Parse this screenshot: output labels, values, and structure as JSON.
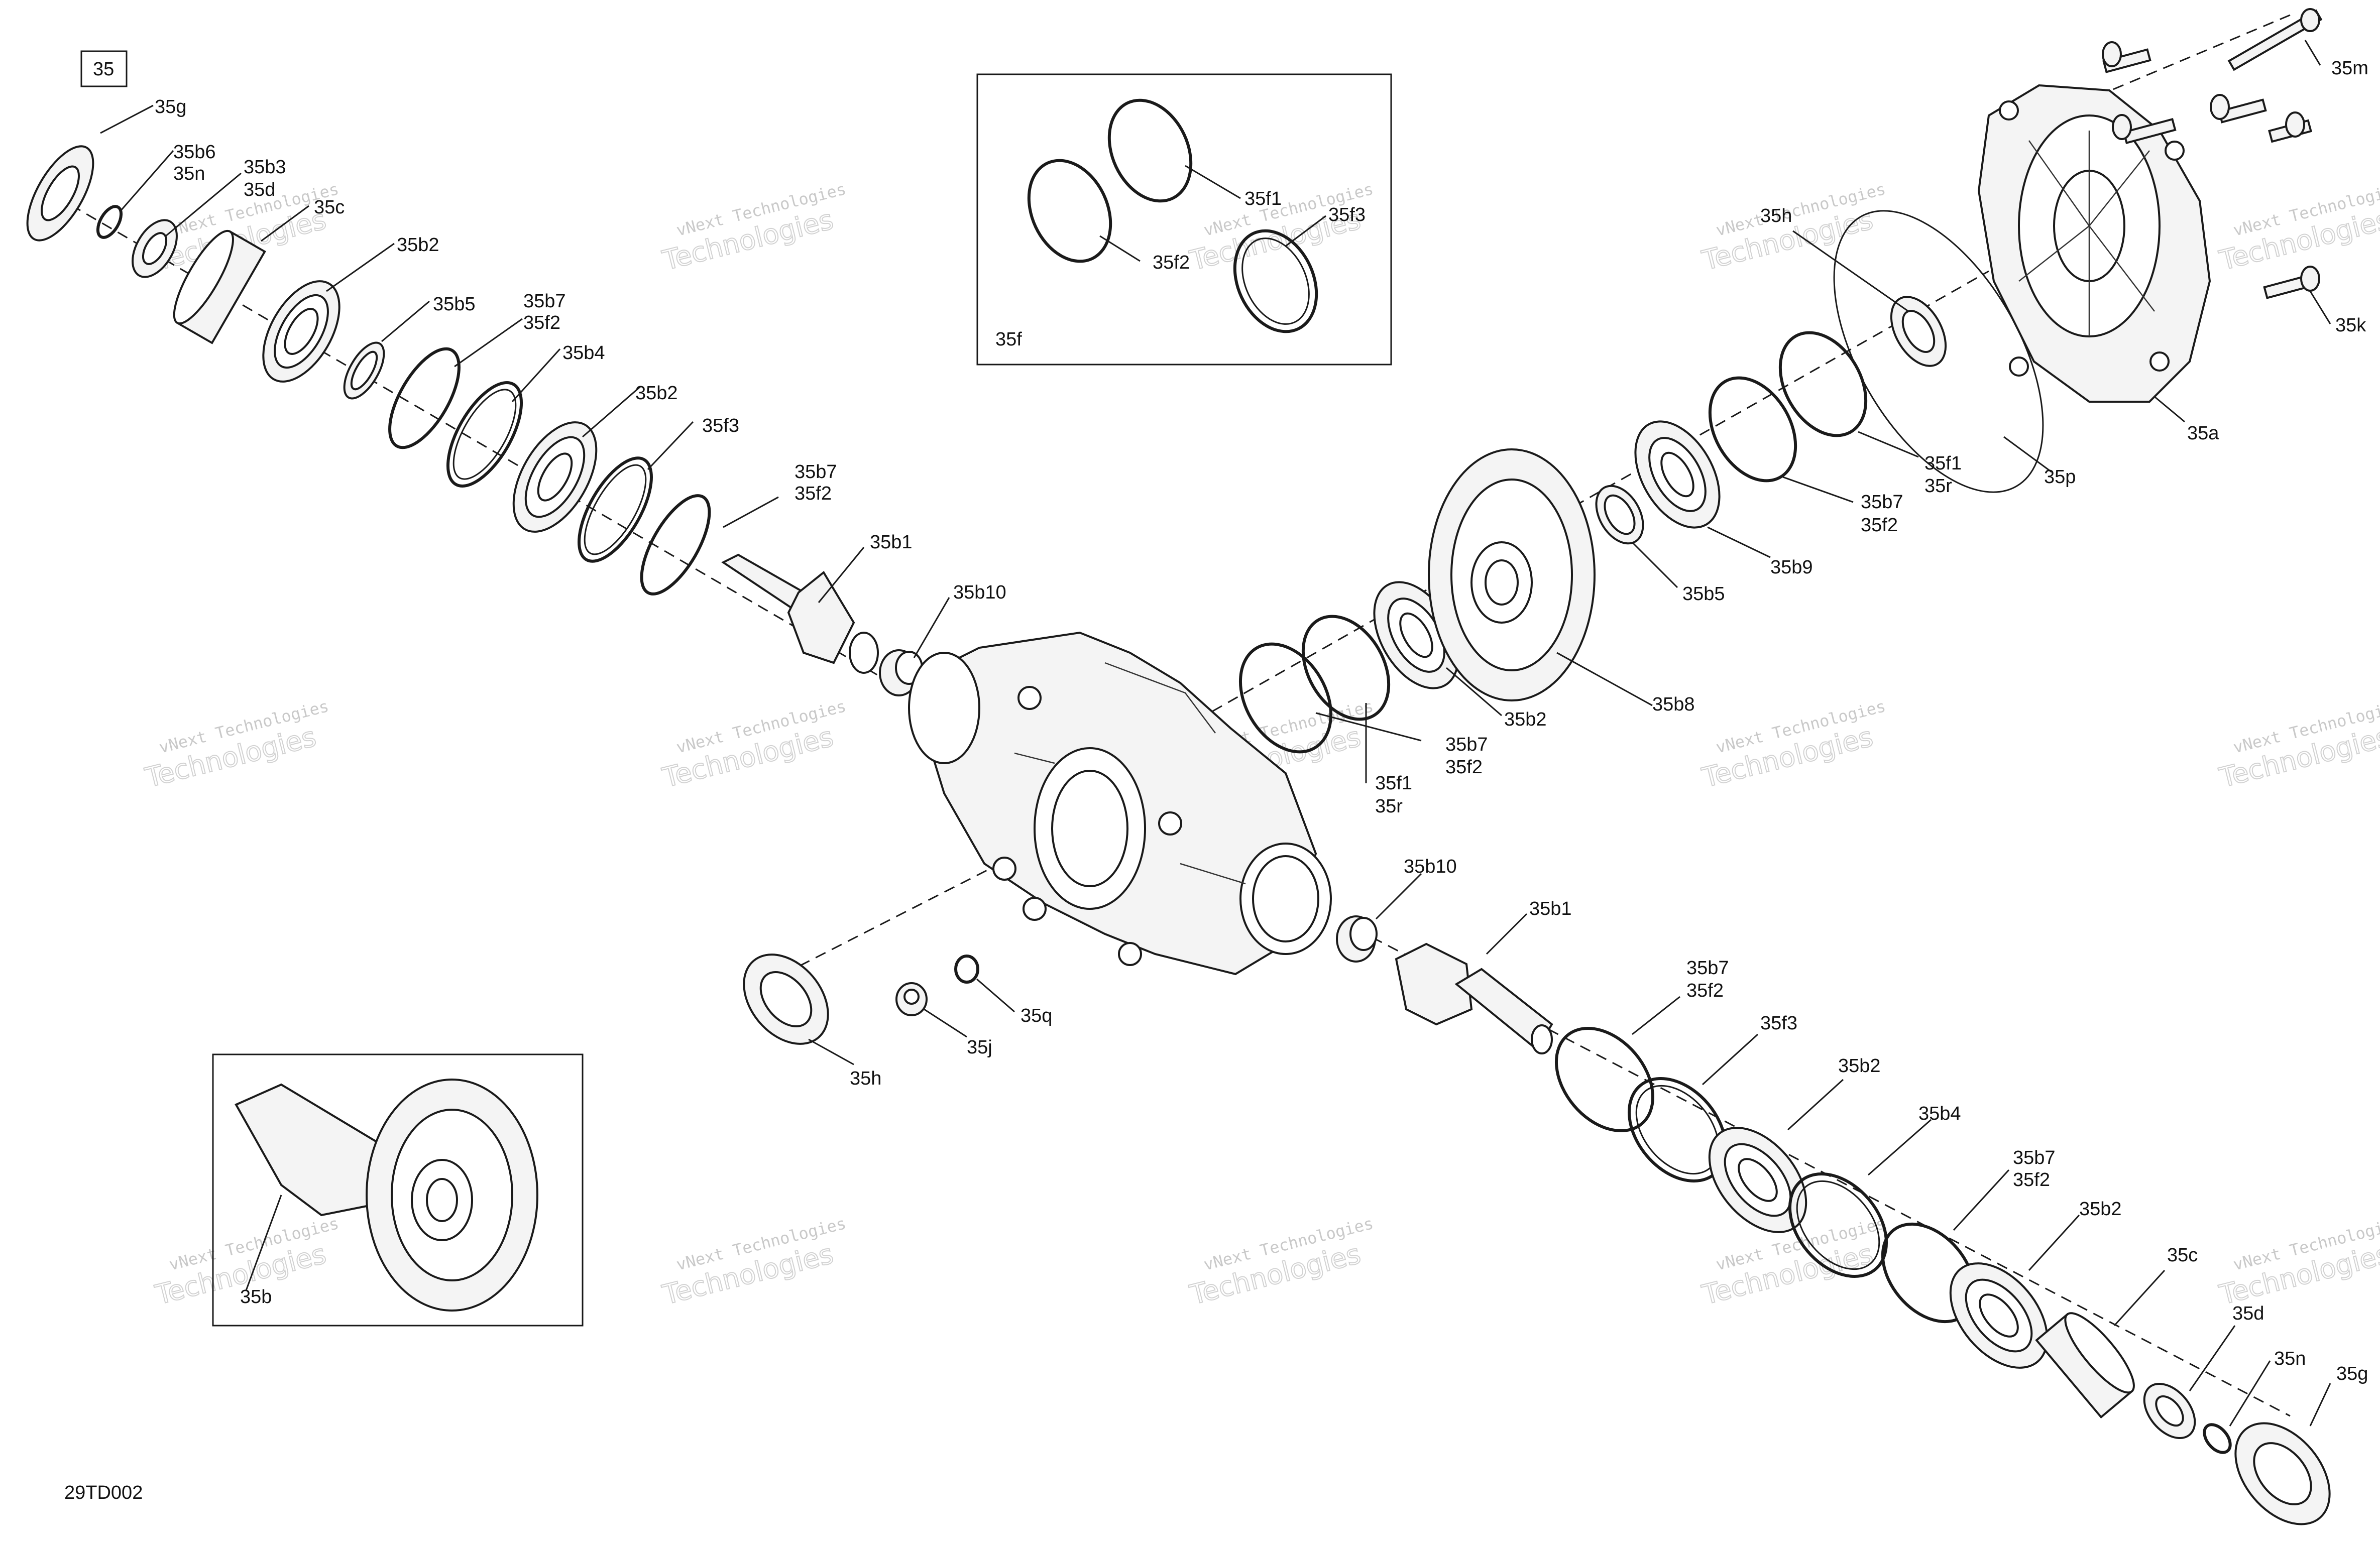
{
  "diagram": {
    "group_label": "35",
    "figure_code": "29TD002",
    "watermark_line1": "vNext Technologies",
    "watermark_line2": "Technologies",
    "labels": {
      "35g_a": "35g",
      "35b6_a": "35b6",
      "35n_a": "35n",
      "35b3_a": "35b3",
      "35d_a": "35d",
      "35c_a": "35c",
      "35b2_a": "35b2",
      "35b5_a": "35b5",
      "35b7_a": "35b7",
      "35f2_a": "35f2",
      "35b4_a": "35b4",
      "35b2_b": "35b2",
      "35f3_a": "35f3",
      "35b7_b": "35b7",
      "35f2_b": "35f2",
      "35b1_a": "35b1",
      "35b10_a": "35b10",
      "35f1_inset": "35f1",
      "35f3_inset": "35f3",
      "35f2_inset": "35f2",
      "35f_inset": "35f",
      "35m": "35m",
      "35k": "35k",
      "35a": "35a",
      "35h_a": "35h",
      "35p": "35p",
      "35f1_b": "35f1",
      "35r_b": "35r",
      "35b7_c": "35b7",
      "35f2_c": "35f2",
      "35b9": "35b9",
      "35b5_b": "35b5",
      "35b8": "35b8",
      "35b2_c": "35b2",
      "35b7_d": "35b7",
      "35f2_d": "35f2",
      "35f1_c": "35f1",
      "35r_c": "35r",
      "35b10_b": "35b10",
      "35b1_b": "35b1",
      "35q": "35q",
      "35j": "35j",
      "35h_b": "35h",
      "35b7_e": "35b7",
      "35f2_e": "35f2",
      "35f3_b": "35f3",
      "35b2_d": "35b2",
      "35b4_b": "35b4",
      "35b7_f": "35b7",
      "35f2_f": "35f2",
      "35b2_e": "35b2",
      "35c_b": "35c",
      "35d_b": "35d",
      "35n_b": "35n",
      "35g_b": "35g",
      "35b_inset": "35b"
    }
  }
}
